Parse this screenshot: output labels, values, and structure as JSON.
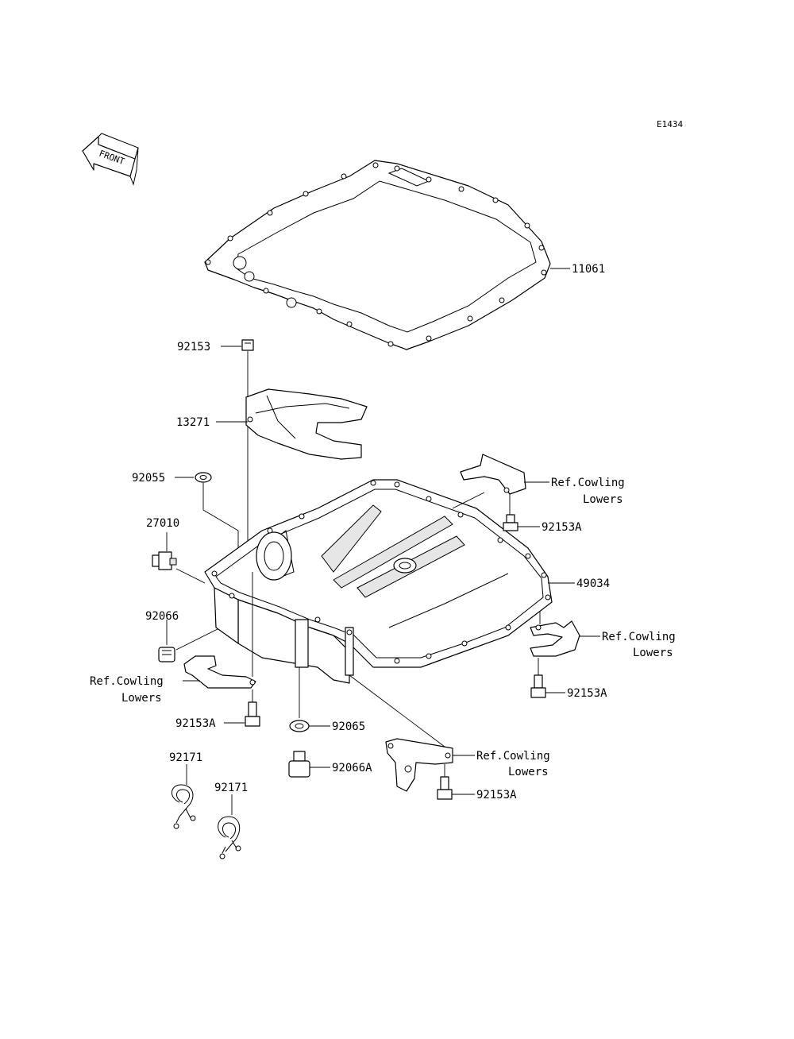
{
  "diagram_code": "E1434",
  "front_label": "FRONT",
  "labels": {
    "gasket_11061": "11061",
    "bolt_92153_top": "92153",
    "plate_13271": "13271",
    "washer_92055": "92055",
    "sensor_27010": "27010",
    "plug_92066": "92066",
    "pan_49034": "49034",
    "bolt_92153a_1": "92153A",
    "bolt_92153a_2": "92153A",
    "bolt_92153a_3": "92153A",
    "bolt_92153a_4": "92153A",
    "washer_92065": "92065",
    "plug_92066a": "92066A",
    "clamp_92171_a": "92171",
    "clamp_92171_b": "92171"
  },
  "refs": {
    "ref1_line1": "Ref.Cowling",
    "ref1_line2": "Lowers",
    "ref2_line1": "Ref.Cowling",
    "ref2_line2": "Lowers",
    "ref3_line1": "Ref.Cowling",
    "ref3_line2": "Lowers",
    "ref4_line1": "Ref.Cowling",
    "ref4_line2": "Lowers"
  }
}
